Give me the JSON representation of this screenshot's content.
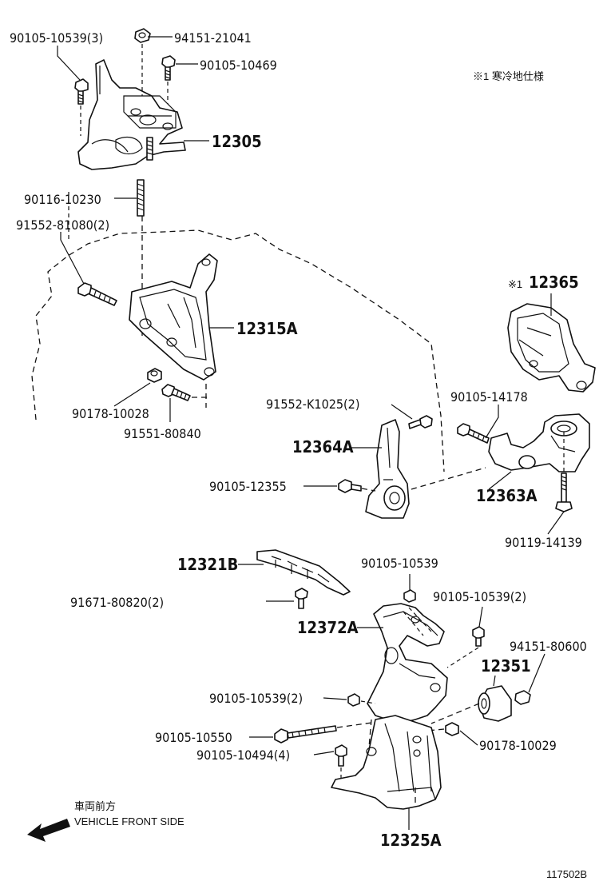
{
  "parts": {
    "p_90105_10539_3": "90105-10539(3)",
    "p_94151_21041": "94151-21041",
    "p_90105_10469": "90105-10469",
    "p_12305": "12305",
    "p_90116_10230": "90116-10230",
    "p_91552_81080_2": "91552-81080(2)",
    "p_12315A": "12315A",
    "p_90178_10028": "90178-10028",
    "p_91551_80840": "91551-80840",
    "p_12365": "12365",
    "p_90105_14178": "90105-14178",
    "p_91552_K1025_2": "91552-K1025(2)",
    "p_12364A": "12364A",
    "p_90105_12355": "90105-12355",
    "p_12363A": "12363A",
    "p_90119_14139": "90119-14139",
    "p_12321B": "12321B",
    "p_90105_10539": "90105-10539",
    "p_90105_10539_2a": "90105-10539(2)",
    "p_91671_80820_2": "91671-80820(2)",
    "p_12372A": "12372A",
    "p_94151_80600": "94151-80600",
    "p_12351": "12351",
    "p_90105_10539_2b": "90105-10539(2)",
    "p_90105_10550": "90105-10550",
    "p_90178_10029": "90178-10029",
    "p_90105_10494_4": "90105-10494(4)",
    "p_12325A": "12325A"
  },
  "notes": {
    "cold_region_spec": "※1 寒冷地仕様",
    "note_mark": "※1",
    "front_jp": "車両前方",
    "front_en": "VEHICLE FRONT SIDE",
    "illustration_id": "117502B"
  }
}
